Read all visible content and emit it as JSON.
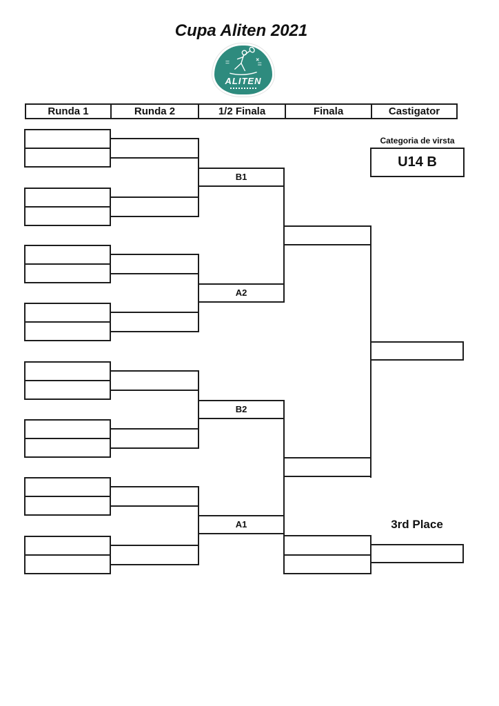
{
  "title": "Cupa Aliten 2021",
  "logo": {
    "name": "ALITEN",
    "color": "#2e8b7e"
  },
  "header": {
    "columns": [
      "Runda 1",
      "Runda 2",
      "1/2 Finala",
      "Finala",
      "Castigator"
    ]
  },
  "category": {
    "label": "Categoria de virsta",
    "value": "U14 B"
  },
  "bracket": {
    "semifinal_labels": [
      "B1",
      "A2",
      "B2",
      "A1"
    ],
    "third_place_label": "3rd Place",
    "round1_slot_count": 16,
    "line_color": "#1c1c1c"
  }
}
